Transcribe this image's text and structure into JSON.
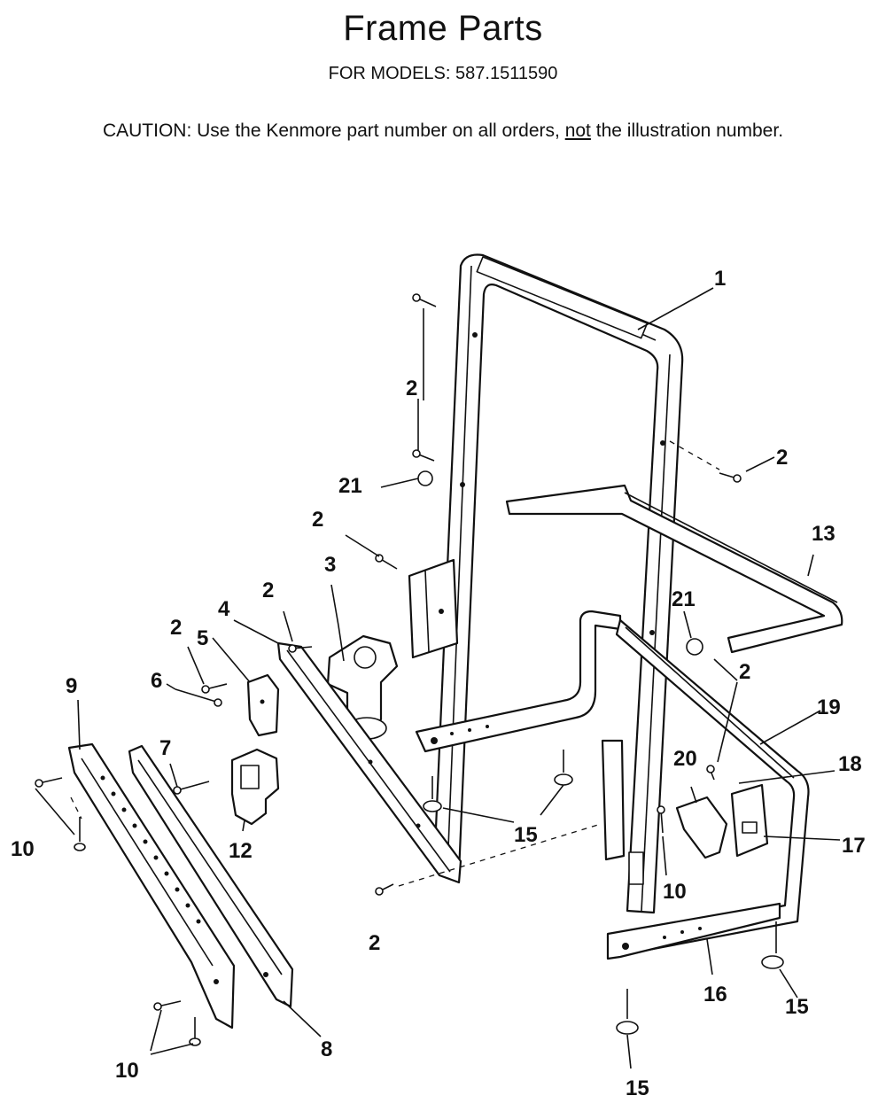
{
  "header": {
    "title": "Frame Parts",
    "models_label": "FOR MODELS:",
    "models_value": "587.1511590",
    "caution_prefix": "CAUTION:",
    "caution_text_a": "Use the Kenmore part number on all orders,",
    "caution_not": "not",
    "caution_text_b": "the illustration number."
  },
  "callouts": {
    "c1": "1",
    "c2a": "2",
    "c2b": "2",
    "c2c": "2",
    "c2d": "2",
    "c2e": "2",
    "c2f": "2",
    "c2g": "2",
    "c3": "3",
    "c4": "4",
    "c5": "5",
    "c6": "6",
    "c7": "7",
    "c8": "8",
    "c9": "9",
    "c10a": "10",
    "c10b": "10",
    "c10c": "10",
    "c12": "12",
    "c13": "13",
    "c15a": "15",
    "c15b": "15",
    "c15c": "15",
    "c16": "16",
    "c17": "17",
    "c18": "18",
    "c19": "19",
    "c20": "20",
    "c21a": "21",
    "c21b": "21"
  }
}
